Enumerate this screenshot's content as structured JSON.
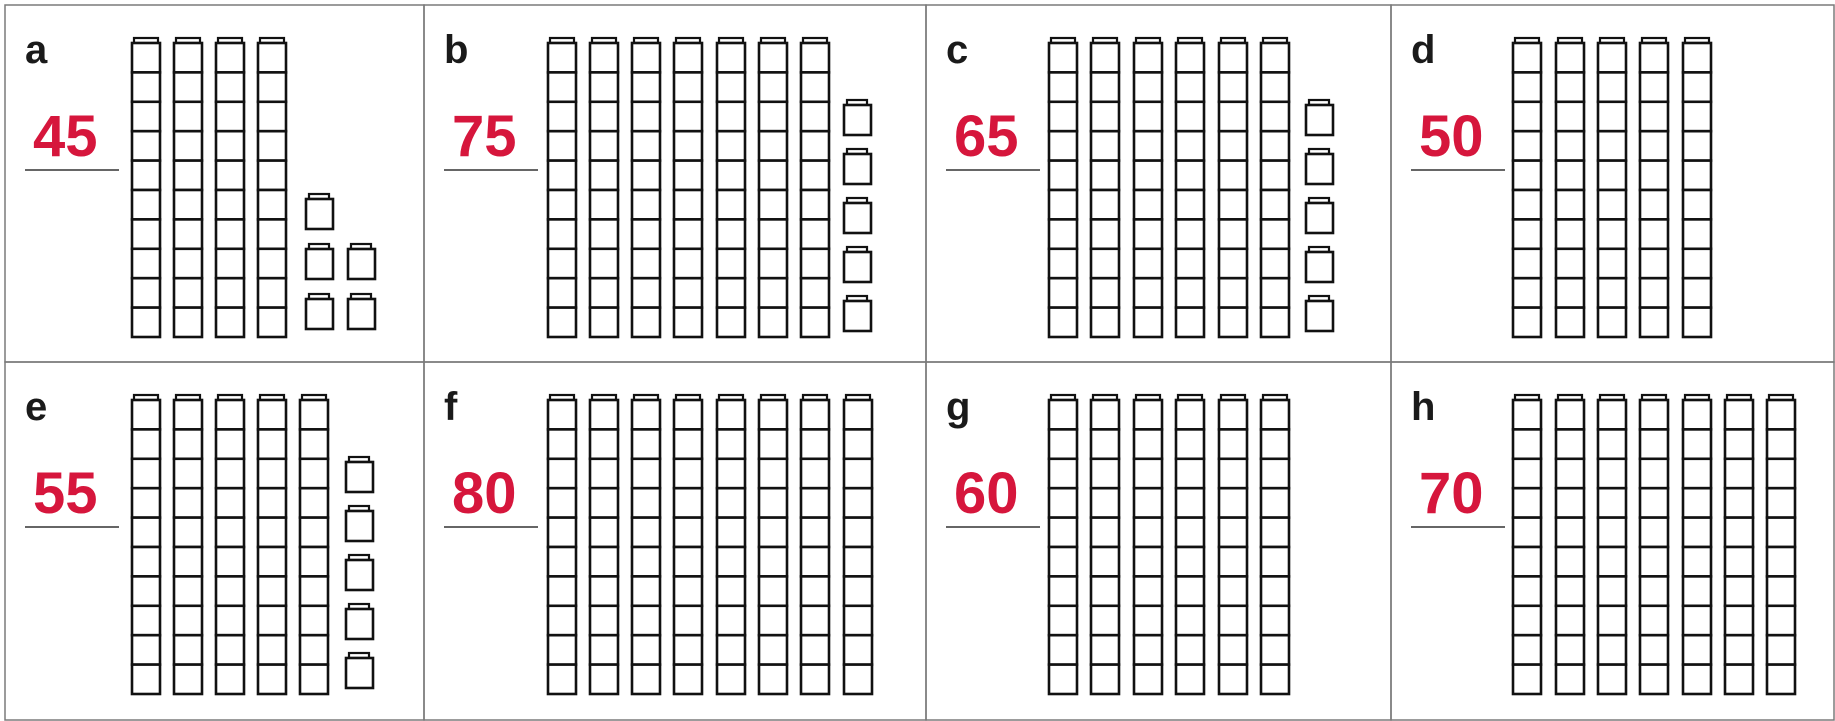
{
  "colors": {
    "answer": "#d6163c",
    "ink": "#111111",
    "border": "#7a7a7a"
  },
  "panels": [
    {
      "letter": "a",
      "answer": "45",
      "tens": 4,
      "ones": 5
    },
    {
      "letter": "b",
      "answer": "75",
      "tens": 7,
      "ones": 5
    },
    {
      "letter": "c",
      "answer": "65",
      "tens": 6,
      "ones": 5
    },
    {
      "letter": "d",
      "answer": "50",
      "tens": 5,
      "ones": 0
    },
    {
      "letter": "e",
      "answer": "55",
      "tens": 5,
      "ones": 5
    },
    {
      "letter": "f",
      "answer": "80",
      "tens": 8,
      "ones": 0
    },
    {
      "letter": "g",
      "answer": "60",
      "tens": 6,
      "ones": 0
    },
    {
      "letter": "h",
      "answer": "70",
      "tens": 7,
      "ones": 0
    }
  ]
}
